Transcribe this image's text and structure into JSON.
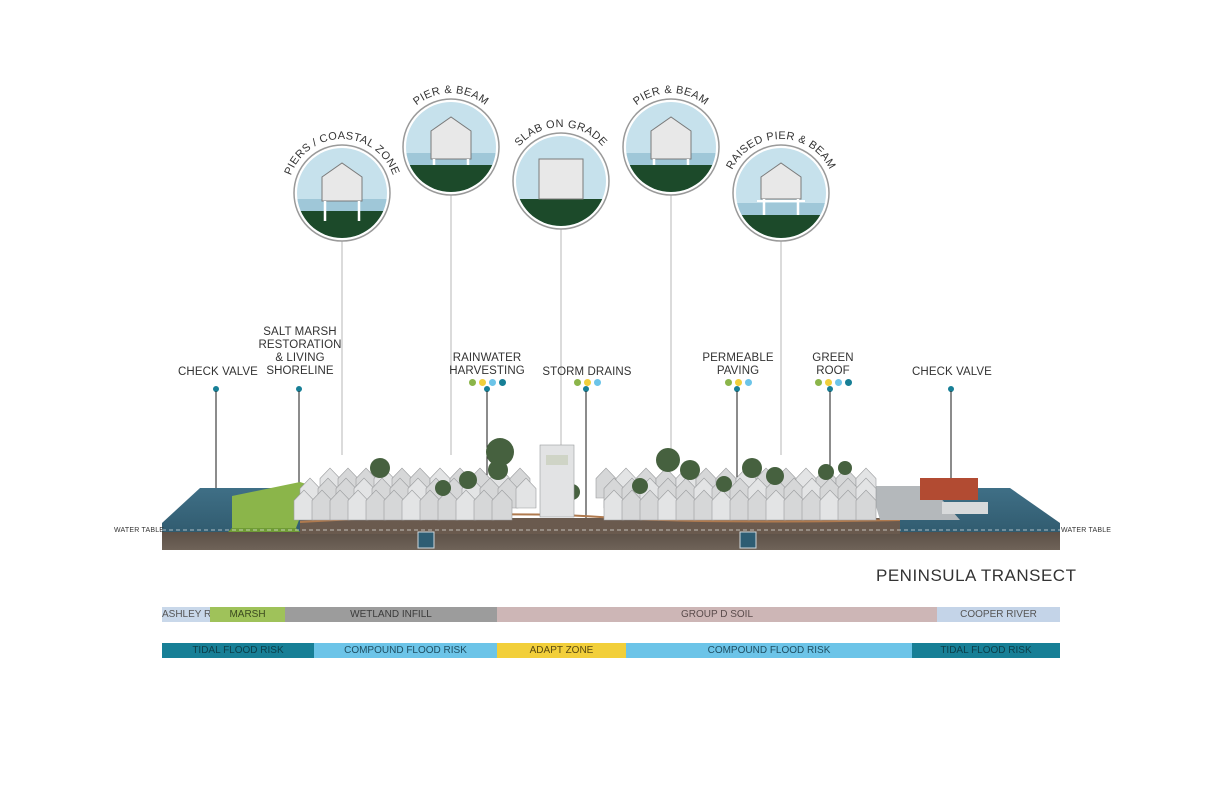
{
  "foundations": [
    {
      "label": "PIERS / COASTAL ZONE",
      "type": "piers"
    },
    {
      "label": "PIER & BEAM",
      "type": "pier"
    },
    {
      "label": "SLAB ON GRADE",
      "type": "slab"
    },
    {
      "label": "PIER & BEAM",
      "type": "pier"
    },
    {
      "label": "RAISED PIER & BEAM",
      "type": "raised"
    }
  ],
  "strategies": [
    {
      "lines": [
        "CHECK VALVE"
      ],
      "dots": []
    },
    {
      "lines": [
        "SALT MARSH",
        "RESTORATION",
        "& LIVING",
        "SHORELINE"
      ],
      "dots": []
    },
    {
      "lines": [
        "RAINWATER",
        "HARVESTING"
      ],
      "dots": [
        "green",
        "yellow",
        "light-blue",
        "teal"
      ]
    },
    {
      "lines": [
        "STORM DRAINS"
      ],
      "dots": [
        "green",
        "yellow",
        "light-blue"
      ]
    },
    {
      "lines": [
        "PERMEABLE",
        "PAVING"
      ],
      "dots": [
        "green",
        "yellow",
        "light-blue"
      ]
    },
    {
      "lines": [
        "GREEN",
        "ROOF"
      ],
      "dots": [
        "green",
        "yellow",
        "light-blue",
        "teal"
      ]
    },
    {
      "lines": [
        "CHECK VALVE"
      ],
      "dots": []
    }
  ],
  "water_table_label": "WATER TABLE",
  "title": "PENINSULA TRANSECT",
  "soil_zones": [
    "ASHLEY R.",
    "MARSH",
    "WETLAND INFILL",
    "GROUP D SOIL",
    "COOPER RIVER"
  ],
  "flood_zones": [
    "TIDAL FLOOD RISK",
    "COMPOUND FLOOD RISK",
    "ADAPT ZONE",
    "COMPOUND FLOOD RISK",
    "TIDAL FLOOD RISK"
  ],
  "colors": {
    "green": "#8bb54a",
    "yellow": "#f0cf3c",
    "light-blue": "#6cc4e8",
    "teal": "#177f96",
    "soil_ashley": "#c9d8ea",
    "soil_marsh": "#9fc25a",
    "soil_wetland": "#9c9c9c",
    "soil_groupd": "#cdb6b6",
    "soil_cooper": "#c4d4e8",
    "flood_tidal": "#177f96",
    "flood_compound": "#6cc4e8",
    "flood_adapt": "#f2cf3a"
  }
}
